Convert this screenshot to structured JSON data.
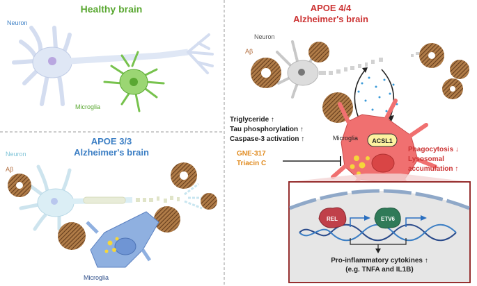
{
  "panels": {
    "healthy": {
      "title": "Healthy brain",
      "neuron_label": "Neuron",
      "microglia_label": "Microglia"
    },
    "apoe33": {
      "title_line1": "APOE 3/3",
      "title_line2": "Alzheimer's brain",
      "neuron_label": "Neuron",
      "abeta_label": "Aβ",
      "microglia_label": "Microglia"
    },
    "apoe44": {
      "title_line1": "APOE 4/4",
      "title_line2": "Alzheimer's brain",
      "neuron_label": "Neuron",
      "abeta_label": "Aβ",
      "microglia_label": "Microglia",
      "acsl1_label": "ACSL1",
      "left_effects": [
        "Triglyceride ↑",
        "Tau phosphorylation ↑",
        "Caspase-3 activation ↑"
      ],
      "inhibitors": [
        "GNE-317",
        "Triacin C"
      ],
      "right_effects": [
        "Phagocytosis ↓",
        "Lysosomal",
        "accumulation ↑"
      ],
      "inset": {
        "rel_label": "REL",
        "etv6_label": "ETV6",
        "output_line1": "Pro-inflammatory cytokines ↑",
        "output_line2": "(e.g. TNFA and IL1B)"
      }
    }
  },
  "colors": {
    "healthy_title": "#5aa832",
    "apoe33_title": "#3b7ec4",
    "apoe44_title": "#cc3333",
    "neuron_fill": "#dfe7f5",
    "microglia_green": "#77c24d",
    "microglia_blue": "#8fb0e0",
    "microglia_red": "#f07070",
    "amyloid": "#9b6a3a",
    "inhibitor": "#e08a1e",
    "inset_border": "#8b1a1a"
  }
}
